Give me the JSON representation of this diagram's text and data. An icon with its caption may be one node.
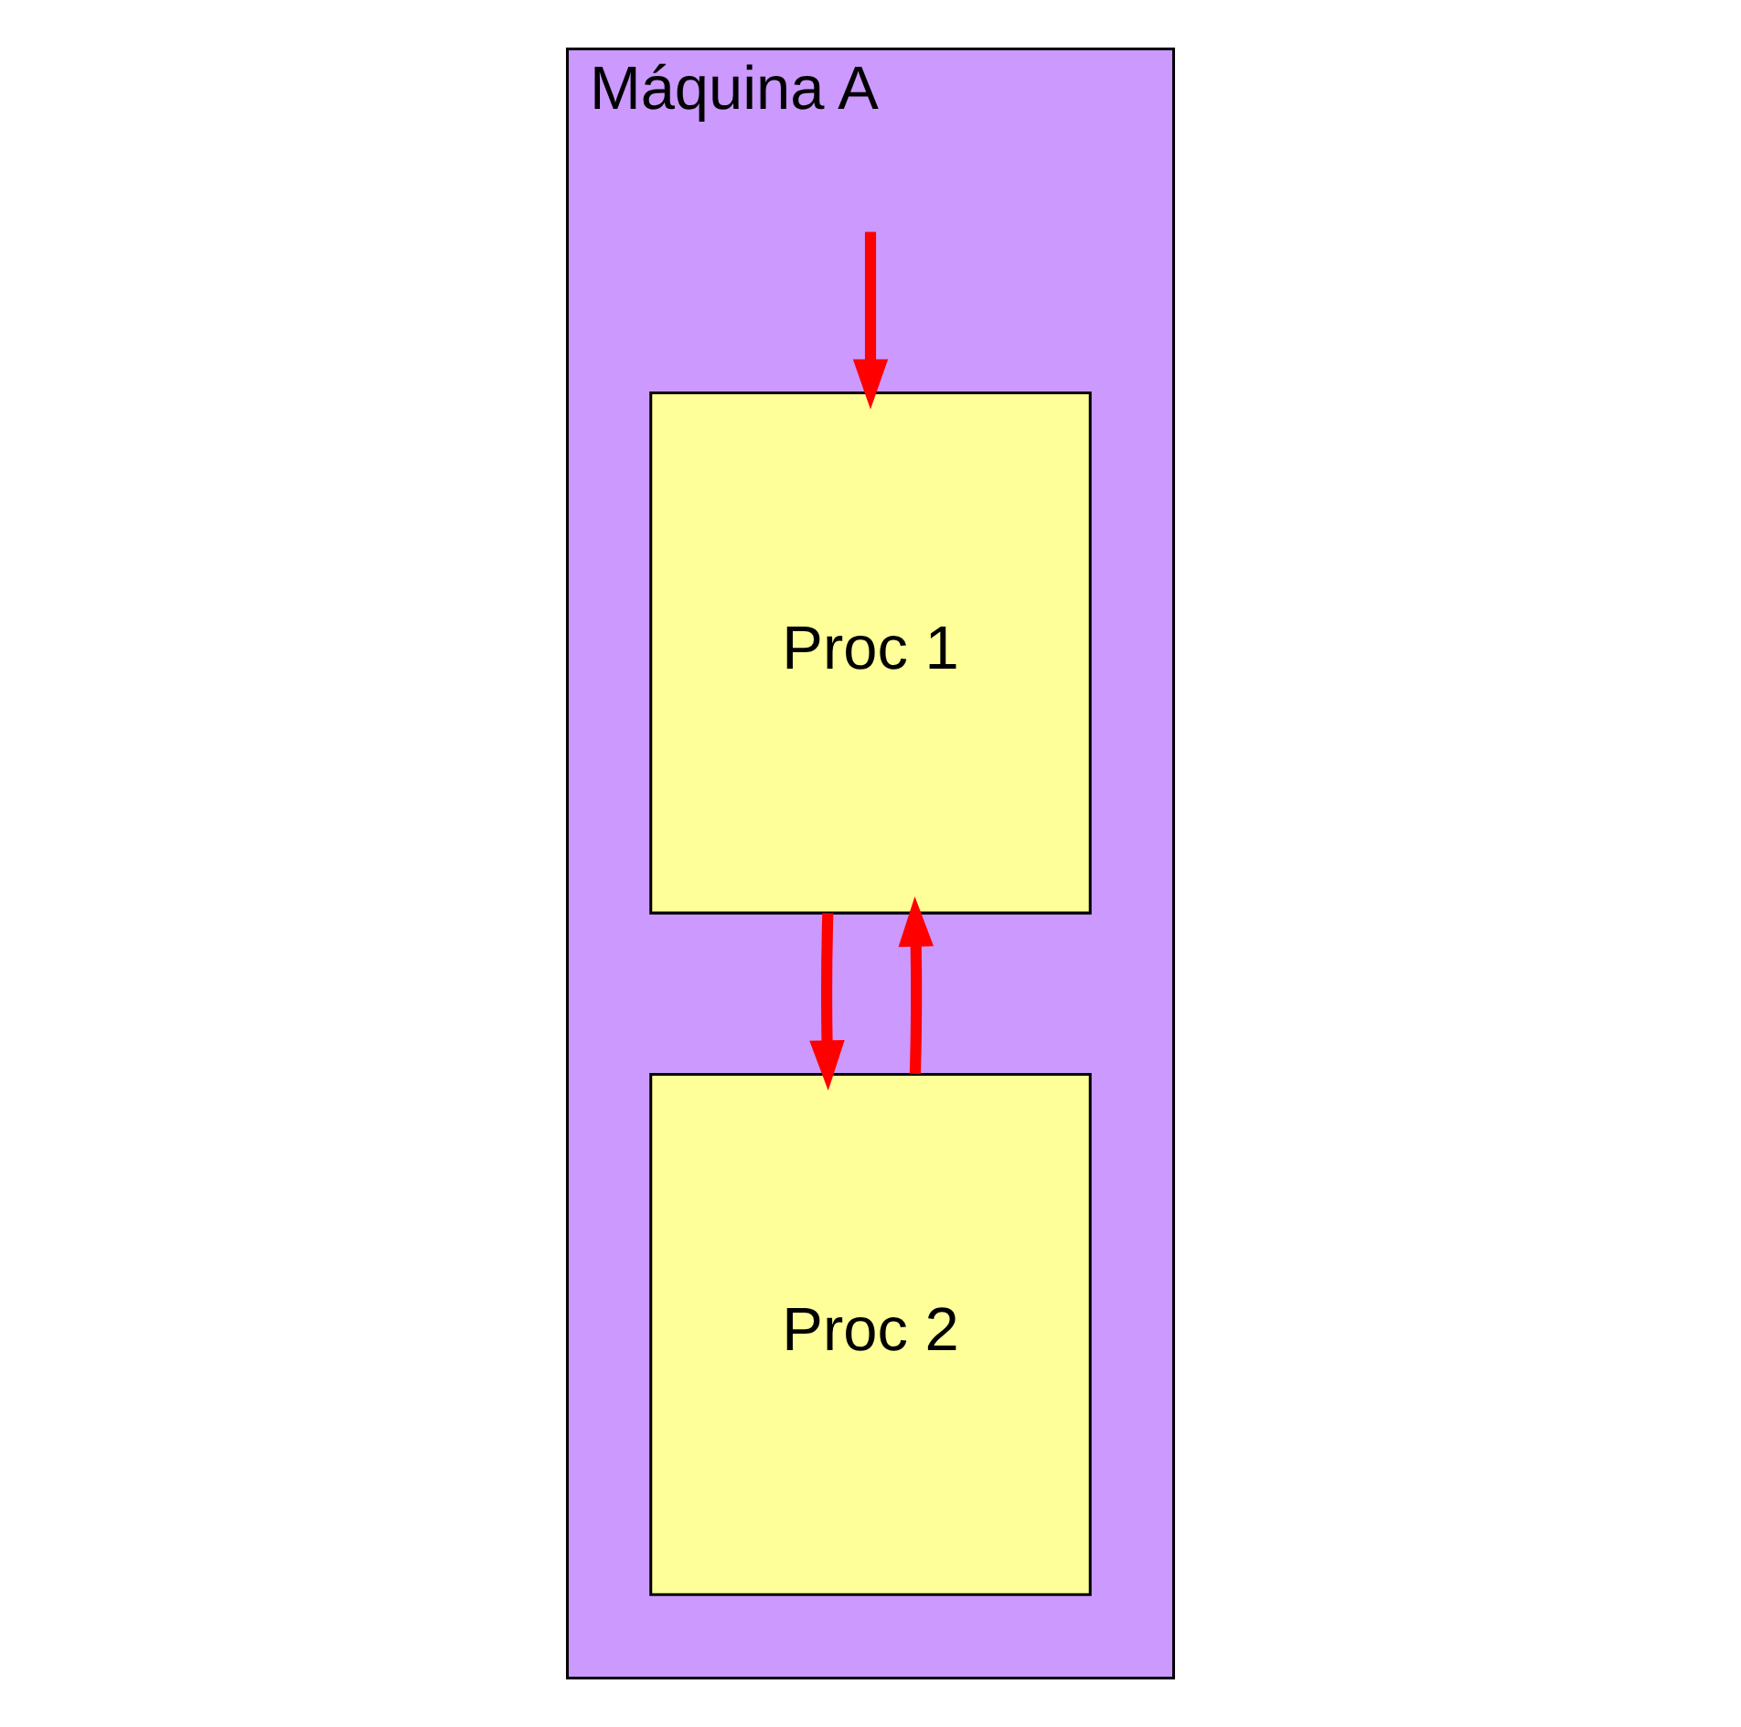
{
  "diagram": {
    "nodes": [
      {
        "text": [
          "Máquina A"
        ]
      },
      {
        "text": [
          "Proc 1"
        ],
        "in": 0
      },
      {
        "text": [
          "Proc 2"
        ],
        "in": 0
      }
    ],
    "edges": [
      {
        "from": null,
        "to": 1,
        "arrow": "to"
      },
      {
        "from": 1,
        "to": 2,
        "arrow": "to"
      },
      {
        "from": 2,
        "to": 1,
        "arrow": "to"
      }
    ]
  }
}
